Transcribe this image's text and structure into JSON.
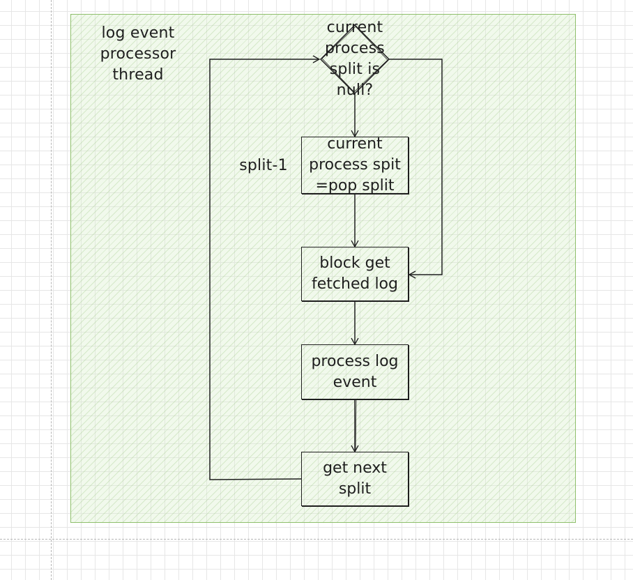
{
  "diagram": {
    "frame_label": "log event\nprocessor\nthread",
    "decision": {
      "text": "current\nprocess\nsplit is\nnull?"
    },
    "nodes": {
      "pop_split": "current\nprocess spit\n=pop split",
      "block_get": "block get\nfetched log",
      "process_log": "process log\nevent",
      "get_next": "get next\nsplit"
    },
    "edge_label": "split-1",
    "colors": {
      "stroke": "#1e1e1e",
      "frame_border": "#8fbf6c",
      "frame_fill": "#d8edc8"
    }
  }
}
